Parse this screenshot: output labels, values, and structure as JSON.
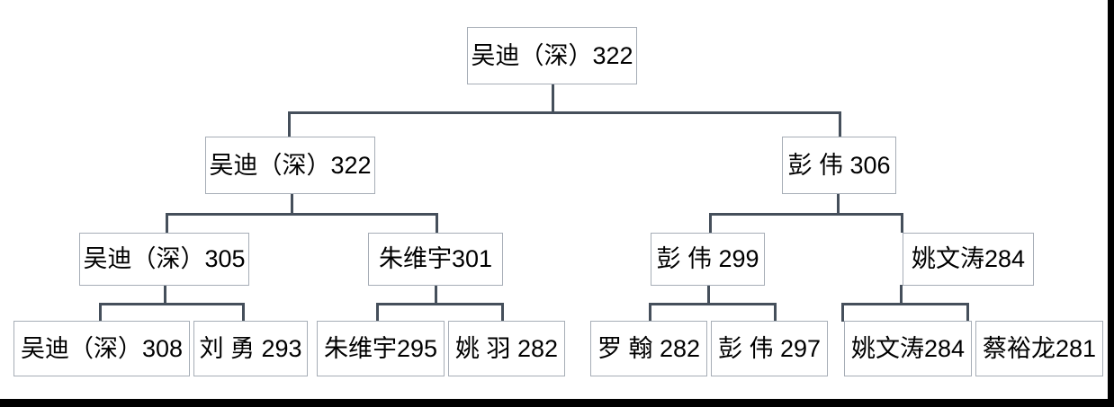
{
  "diagram": {
    "type": "tournament-bracket-tree",
    "title_text": "",
    "box_border_color": "#a6adb6",
    "connector_color": "#454f5b",
    "frame_color": "#000000",
    "background_color": "#ffffff",
    "levels": 4,
    "nodes": {
      "root": {
        "label": "吴迪（深）322",
        "player": "吴迪（深）",
        "score": 322
      },
      "l1_left": {
        "label": "吴迪（深）322",
        "player": "吴迪（深）",
        "score": 322
      },
      "l1_right": {
        "label": "彭 伟 306",
        "player": "彭 伟",
        "score": 306
      },
      "l2_a": {
        "label": "吴迪（深）305",
        "player": "吴迪（深）",
        "score": 305
      },
      "l2_b": {
        "label": "朱维宇301",
        "player": "朱维宇",
        "score": 301
      },
      "l2_c": {
        "label": "彭 伟 299",
        "player": "彭 伟",
        "score": 299
      },
      "l2_d": {
        "label": "姚文涛284",
        "player": "姚文涛",
        "score": 284
      },
      "leaf_1": {
        "label": "吴迪（深）308",
        "player": "吴迪（深）",
        "score": 308
      },
      "leaf_2": {
        "label": "刘 勇 293",
        "player": "刘 勇",
        "score": 293
      },
      "leaf_3": {
        "label": "朱维宇295",
        "player": "朱维宇",
        "score": 295
      },
      "leaf_4": {
        "label": "姚 羽 282",
        "player": "姚 羽",
        "score": 282
      },
      "leaf_5": {
        "label": "罗 翰 282",
        "player": "罗 翰",
        "score": 282
      },
      "leaf_6": {
        "label": "彭 伟 297",
        "player": "彭 伟",
        "score": 297
      },
      "leaf_7": {
        "label": "姚文涛284",
        "player": "姚文涛",
        "score": 284
      },
      "leaf_8": {
        "label": "蔡裕龙281",
        "player": "蔡裕龙",
        "score": 281
      }
    }
  }
}
